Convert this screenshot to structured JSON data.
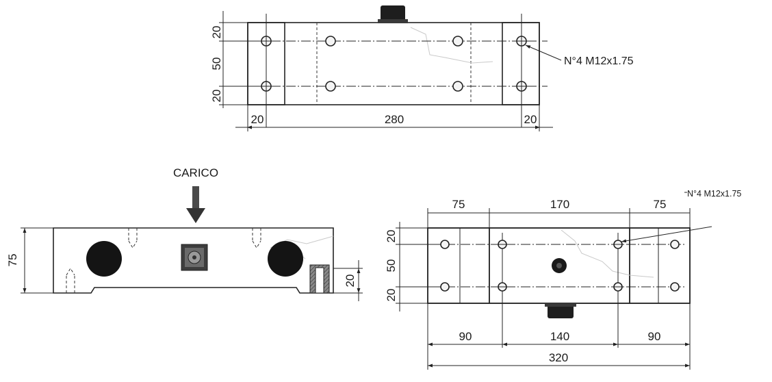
{
  "top_view": {
    "dim_top_edge": "20",
    "dim_hole_spacing": "50",
    "dim_bottom_edge": "20",
    "dim_left_margin": "20",
    "dim_length": "280",
    "dim_right_margin": "20",
    "thread_callout": "N°4 M12x1.75"
  },
  "side_view": {
    "load_label": "CARICO",
    "dim_height": "75",
    "dim_thread_depth": "20"
  },
  "bottom_view": {
    "thread_callout": "N°4 M12x1.75",
    "dim_left_block": "75",
    "dim_center_block": "170",
    "dim_right_block": "75",
    "dim_top_edge": "20",
    "dim_hole_spacing": "50",
    "dim_bottom_edge": "20",
    "dim_hole_left": "90",
    "dim_hole_center": "140",
    "dim_hole_right": "90",
    "dim_total_length": "320"
  },
  "colors": {
    "line": "#222222",
    "end_block_fill": "#9a9a9a",
    "body_gradient_dark": "#a9a9a9",
    "body_gradient_light": "#ffffff",
    "blind_hole_fill": "#141414",
    "hatch_fill": "#8a8a8a"
  }
}
